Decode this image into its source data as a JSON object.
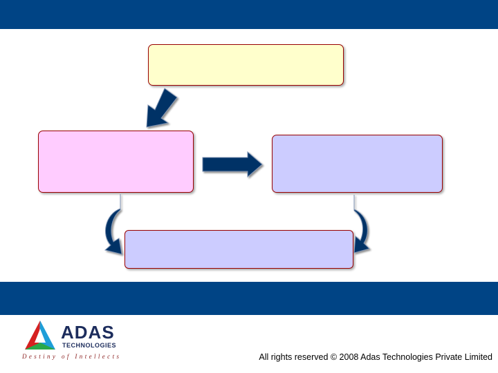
{
  "colors": {
    "band": "#004485",
    "arrow": "#003366",
    "box_top_fill": "#ffffcc",
    "box_left_fill": "#ffccff",
    "box_right_fill": "#ccccff",
    "box_bottom_fill": "#ccccff",
    "box_border": "#990000"
  },
  "logo": {
    "wordmark": "ADAS",
    "subtitle": "TECHNOLOGIES",
    "tagline": "Destiny of Intellects"
  },
  "footer": {
    "copyright": "All rights reserved © 2008 Adas Technologies Private Limited"
  }
}
